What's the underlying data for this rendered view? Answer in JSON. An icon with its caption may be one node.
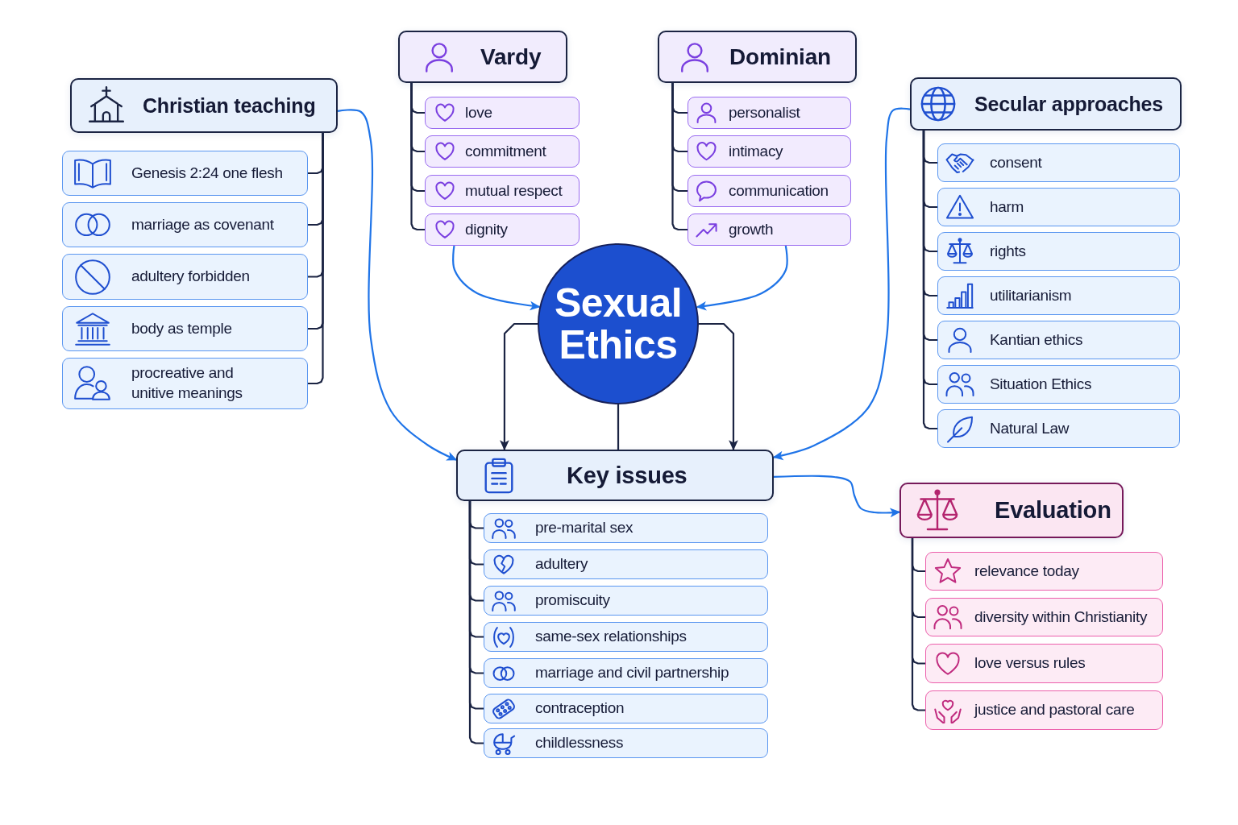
{
  "diagram": {
    "nodes": [
      {
        "text": [
          "Christian teaching"
        ]
      },
      {
        "text": [
          "Genesis 2:24 one flesh"
        ]
      },
      {
        "text": [
          "marriage as covenant"
        ]
      },
      {
        "text": [
          "adultery forbidden"
        ]
      },
      {
        "text": [
          "body as temple"
        ]
      },
      {
        "text": [
          "procreative and unitive meanings"
        ]
      },
      {
        "text": [
          "Vardy"
        ]
      },
      {
        "text": [
          "love"
        ]
      },
      {
        "text": [
          "commitment"
        ]
      },
      {
        "text": [
          "mutual respect"
        ]
      },
      {
        "text": [
          "dignity"
        ]
      },
      {
        "text": [
          "Dominian"
        ]
      },
      {
        "text": [
          "personalist"
        ]
      },
      {
        "text": [
          "intimacy"
        ]
      },
      {
        "text": [
          "communication"
        ]
      },
      {
        "text": [
          "growth"
        ]
      },
      {
        "text": [
          "Secular approaches"
        ]
      },
      {
        "text": [
          "consent"
        ]
      },
      {
        "text": [
          "harm"
        ]
      },
      {
        "text": [
          "rights"
        ]
      },
      {
        "text": [
          "utilitarianism"
        ]
      },
      {
        "text": [
          "Kantian ethics"
        ]
      },
      {
        "text": [
          "Situation Ethics"
        ]
      },
      {
        "text": [
          "Natural Law"
        ]
      },
      {
        "text": [
          "Sexual Ethics"
        ]
      },
      {
        "text": [
          "Key issues"
        ]
      },
      {
        "text": [
          "pre-marital sex"
        ]
      },
      {
        "text": [
          "adultery"
        ]
      },
      {
        "text": [
          "promiscuity"
        ]
      },
      {
        "text": [
          "same-sex relationships"
        ]
      },
      {
        "text": [
          "marriage and civil partnership"
        ]
      },
      {
        "text": [
          "contraception"
        ]
      },
      {
        "text": [
          "childlessness"
        ]
      },
      {
        "text": [
          "Evaluation"
        ]
      },
      {
        "text": [
          "relevance today"
        ]
      },
      {
        "text": [
          "diversity within Christianity"
        ]
      },
      {
        "text": [
          "love versus rules"
        ]
      },
      {
        "text": [
          "justice and pastoral care"
        ]
      }
    ],
    "edges": [
      {
        "from": 0,
        "to": 1,
        "arrow": "none"
      },
      {
        "from": 0,
        "to": 2,
        "arrow": "none"
      },
      {
        "from": 0,
        "to": 3,
        "arrow": "none"
      },
      {
        "from": 0,
        "to": 4,
        "arrow": "none"
      },
      {
        "from": 0,
        "to": 5,
        "arrow": "none"
      },
      {
        "from": 6,
        "to": 7,
        "arrow": "none"
      },
      {
        "from": 6,
        "to": 8,
        "arrow": "none"
      },
      {
        "from": 6,
        "to": 9,
        "arrow": "none"
      },
      {
        "from": 6,
        "to": 10,
        "arrow": "none"
      },
      {
        "from": 11,
        "to": 12,
        "arrow": "none"
      },
      {
        "from": 11,
        "to": 13,
        "arrow": "none"
      },
      {
        "from": 11,
        "to": 14,
        "arrow": "none"
      },
      {
        "from": 11,
        "to": 15,
        "arrow": "none"
      },
      {
        "from": 16,
        "to": 17,
        "arrow": "none"
      },
      {
        "from": 16,
        "to": 18,
        "arrow": "none"
      },
      {
        "from": 16,
        "to": 19,
        "arrow": "none"
      },
      {
        "from": 16,
        "to": 20,
        "arrow": "none"
      },
      {
        "from": 16,
        "to": 21,
        "arrow": "none"
      },
      {
        "from": 16,
        "to": 22,
        "arrow": "none"
      },
      {
        "from": 16,
        "to": 23,
        "arrow": "none"
      },
      {
        "from": 25,
        "to": 26,
        "arrow": "none"
      },
      {
        "from": 25,
        "to": 27,
        "arrow": "none"
      },
      {
        "from": 25,
        "to": 28,
        "arrow": "none"
      },
      {
        "from": 25,
        "to": 29,
        "arrow": "none"
      },
      {
        "from": 25,
        "to": 30,
        "arrow": "none"
      },
      {
        "from": 25,
        "to": 31,
        "arrow": "none"
      },
      {
        "from": 25,
        "to": 32,
        "arrow": "none"
      },
      {
        "from": 33,
        "to": 34,
        "arrow": "none"
      },
      {
        "from": 33,
        "to": 35,
        "arrow": "none"
      },
      {
        "from": 33,
        "to": 36,
        "arrow": "none"
      },
      {
        "from": 33,
        "to": 37,
        "arrow": "none"
      },
      {
        "from": 0,
        "to": 25,
        "arrow": "to",
        "color": "#1f74e8"
      },
      {
        "from": 10,
        "to": 24,
        "arrow": "to",
        "color": "#1f74e8"
      },
      {
        "from": 15,
        "to": 24,
        "arrow": "to",
        "color": "#1f74e8"
      },
      {
        "from": 16,
        "to": 25,
        "arrow": "to",
        "color": "#1f74e8"
      },
      {
        "from": 24,
        "to": 25,
        "arrow": "to"
      },
      {
        "from": 24,
        "to": 25,
        "arrow": "to"
      },
      {
        "from": 24,
        "to": 25,
        "arrow": "none"
      },
      {
        "from": 25,
        "to": 33,
        "arrow": "to",
        "color": "#1f74e8"
      }
    ]
  }
}
